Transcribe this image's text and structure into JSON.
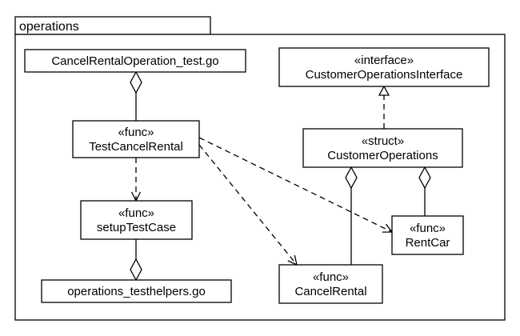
{
  "package": {
    "name": "operations"
  },
  "nodes": {
    "cancel_test_file": {
      "lines": [
        "CancelRentalOperation_test.go"
      ]
    },
    "test_cancel_rental": {
      "lines": [
        "«func»",
        "TestCancelRental"
      ]
    },
    "setup_test_case": {
      "lines": [
        "«func»",
        "setupTestCase"
      ]
    },
    "testhelpers_file": {
      "lines": [
        "operations_testhelpers.go"
      ]
    },
    "customer_ops_interface": {
      "lines": [
        "«interface»",
        "CustomerOperationsInterface"
      ]
    },
    "customer_ops_struct": {
      "lines": [
        "«struct»",
        "CustomerOperations"
      ]
    },
    "rent_car": {
      "lines": [
        "«func»",
        "RentCar"
      ]
    },
    "cancel_rental": {
      "lines": [
        "«func»",
        "CancelRental"
      ]
    }
  },
  "relations": [
    {
      "name": "composition-cancel-test-file-to-test-cancel-rental",
      "kind": "composition",
      "from": "cancel_test_file",
      "to": "test_cancel_rental"
    },
    {
      "name": "dependency-test-cancel-rental-to-setup-test-case",
      "kind": "dependency",
      "from": "test_cancel_rental",
      "to": "setup_test_case"
    },
    {
      "name": "composition-testhelpers-file-to-setup-test-case",
      "kind": "composition",
      "from": "testhelpers_file",
      "to": "setup_test_case"
    },
    {
      "name": "realization-customer-ops-struct-to-interface",
      "kind": "realization",
      "from": "customer_ops_struct",
      "to": "customer_ops_interface"
    },
    {
      "name": "composition-customer-ops-struct-to-cancel-rental",
      "kind": "composition",
      "from": "customer_ops_struct",
      "to": "cancel_rental"
    },
    {
      "name": "composition-customer-ops-struct-to-rent-car",
      "kind": "composition",
      "from": "customer_ops_struct",
      "to": "rent_car"
    },
    {
      "name": "dependency-test-cancel-rental-to-rent-car",
      "kind": "dependency",
      "from": "test_cancel_rental",
      "to": "rent_car"
    },
    {
      "name": "dependency-test-cancel-rental-to-cancel-rental",
      "kind": "dependency",
      "from": "test_cancel_rental",
      "to": "cancel_rental"
    }
  ],
  "colors": {
    "line": "#000000",
    "fill": "#ffffff",
    "text": "#000000"
  }
}
